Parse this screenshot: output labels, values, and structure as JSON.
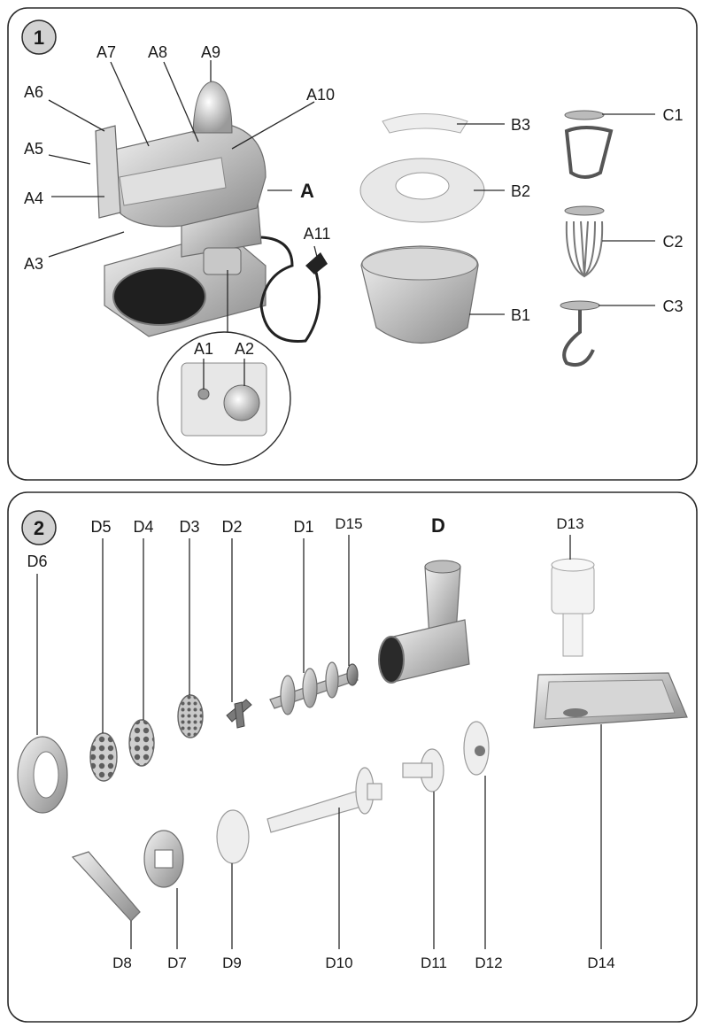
{
  "panel1": {
    "number": "1",
    "labels": {
      "A": "A",
      "A1": "A1",
      "A2": "A2",
      "A3": "A3",
      "A4": "A4",
      "A5": "A5",
      "A6": "A6",
      "A7": "A7",
      "A8": "A8",
      "A9": "A9",
      "A10": "A10",
      "A11": "A11",
      "B1": "B1",
      "B2": "B2",
      "B3": "B3",
      "C1": "C1",
      "C2": "C2",
      "C3": "C3"
    }
  },
  "panel2": {
    "number": "2",
    "labels": {
      "D": "D",
      "D1": "D1",
      "D2": "D2",
      "D3": "D3",
      "D4": "D4",
      "D5": "D5",
      "D6": "D6",
      "D7": "D7",
      "D8": "D8",
      "D9": "D9",
      "D10": "D10",
      "D11": "D11",
      "D12": "D12",
      "D13": "D13",
      "D14": "D14",
      "D15": "D15"
    }
  }
}
